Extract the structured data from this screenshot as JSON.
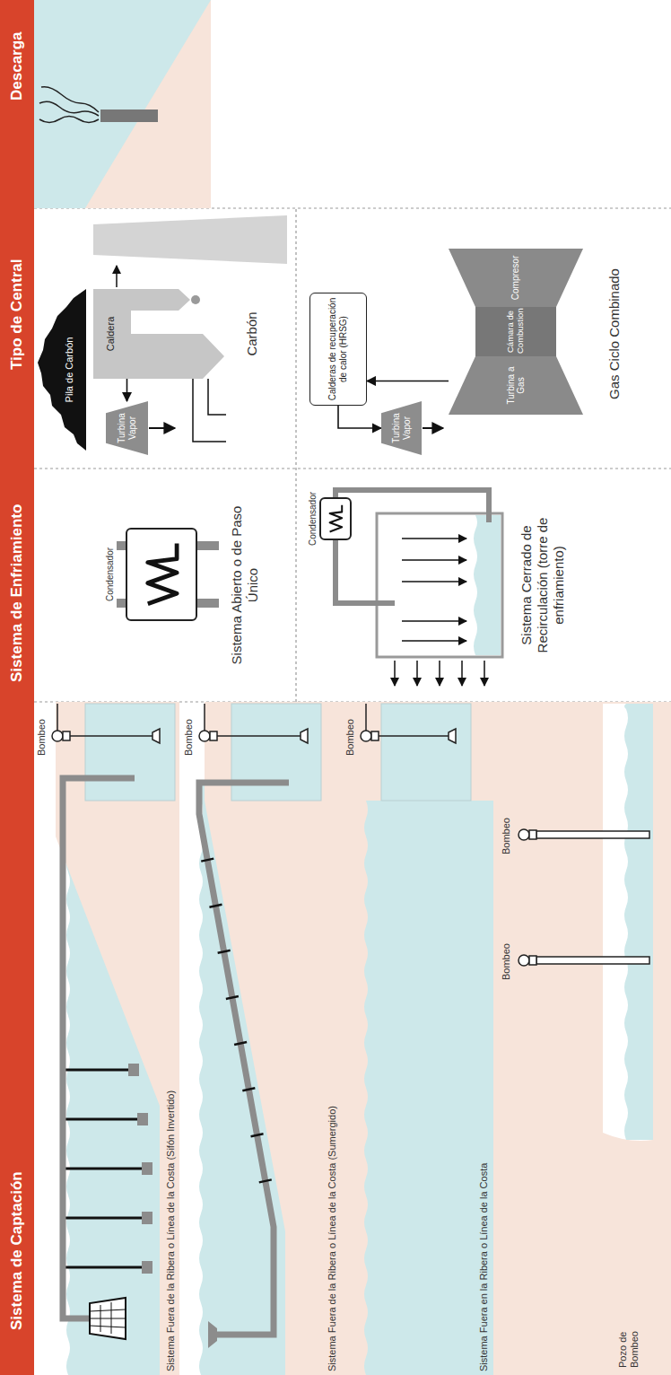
{
  "diagram": {
    "nodes": [
      {
        "text": [
          "Sistema de Captación"
        ]
      },
      {
        "text": [
          "Sistema de Enfriamiento"
        ]
      },
      {
        "text": [
          "Tipo de Central"
        ]
      },
      {
        "text": [
          "Descarga"
        ]
      },
      {
        "text": [
          "Condensador"
        ]
      },
      {
        "text": [
          "Pila de Carbón"
        ]
      },
      {
        "text": [
          "Caldera"
        ]
      },
      {
        "text": [
          "Turbina Vapor"
        ]
      },
      {
        "text": [
          "Condensador"
        ]
      },
      {
        "text": [
          "Calderas de recuperación de calor (HRSG)"
        ]
      },
      {
        "text": [
          "Turbina Vapor"
        ]
      },
      {
        "text": [
          "Turbina a Gas"
        ]
      },
      {
        "text": [
          "Cámara de Combustion"
        ]
      },
      {
        "text": [
          "Compresor"
        ]
      }
    ],
    "edges": [
      {
        "from": 6,
        "to": 7,
        "arrow": "to"
      },
      {
        "from": 11,
        "to": 9,
        "arrow": "to"
      },
      {
        "from": 9,
        "to": 10,
        "arrow": "to"
      }
    ],
    "labels": [
      "Bombeo",
      "Sistema Fuera de la Ribera o Línea de la Costa (Sifón Invertido)",
      "Bombeo",
      "Sistema Fuera de la Ribera o Línea de la Costa (Sumergido)",
      "Bombeo",
      "Sistema Fuera en la Ribera o Línea de la Costa",
      "Bombeo",
      "Bombeo",
      "Pozo de Bombeo",
      "Sistema Abierto o de Paso Único",
      "Sistema Cerrado de Recirculación (torre de enfriamiento)",
      "Carbón",
      "Gas Ciclo Combinado"
    ]
  }
}
